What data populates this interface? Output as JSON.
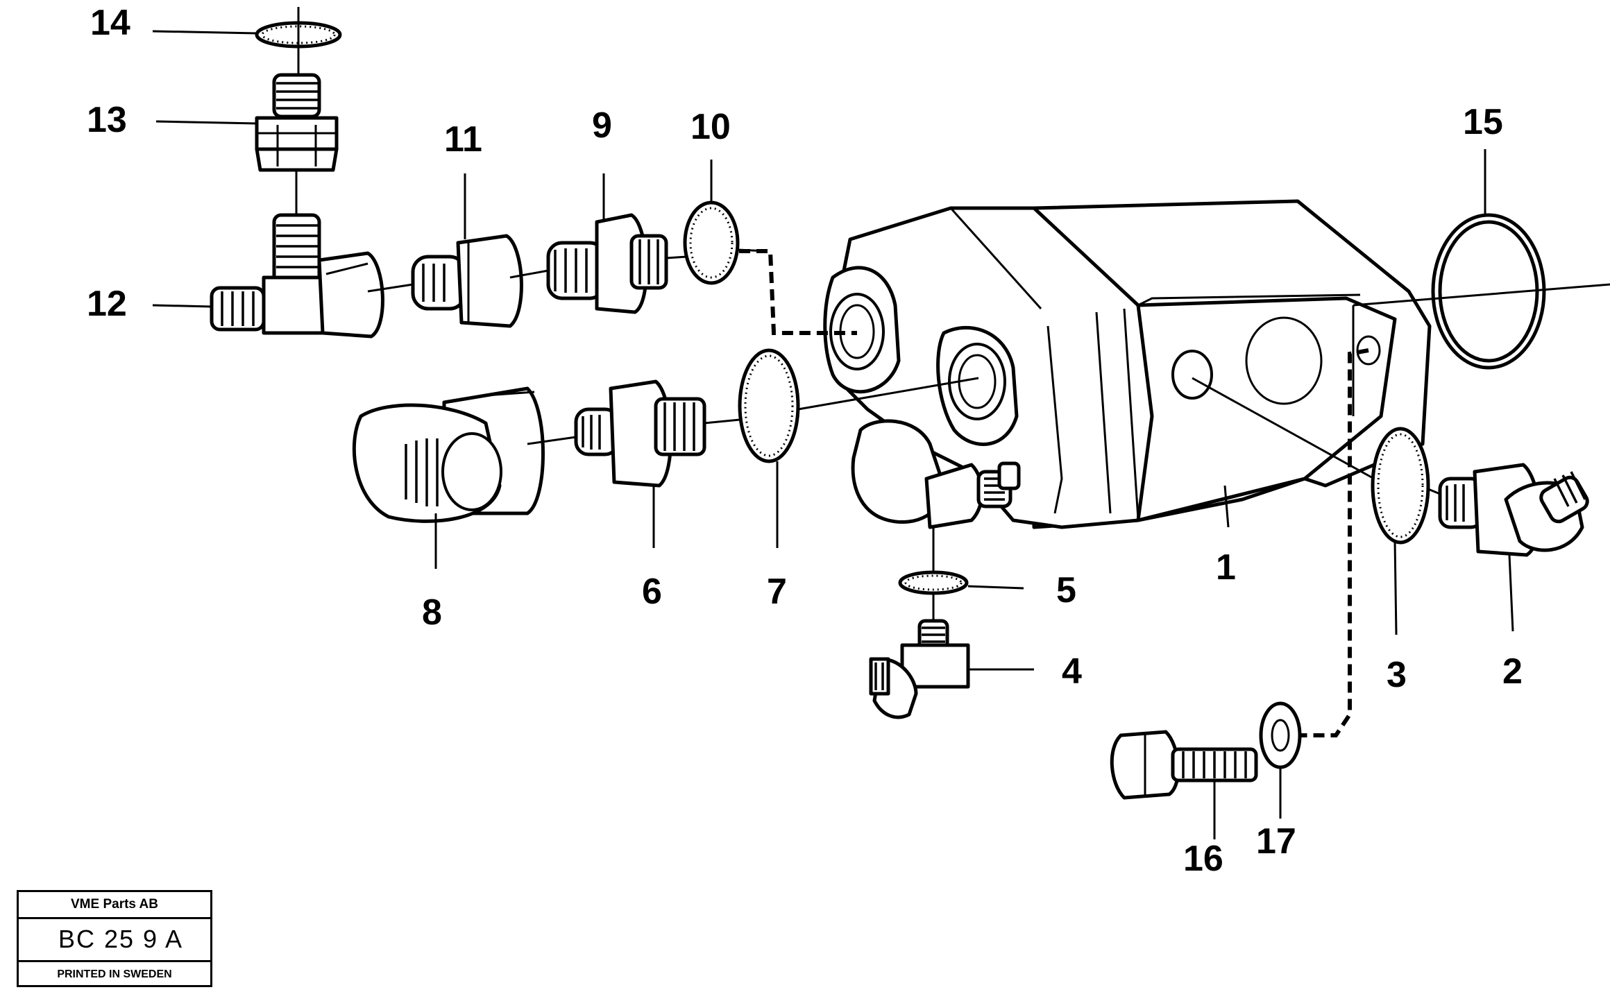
{
  "callouts": {
    "c1": "1",
    "c2": "2",
    "c3": "3",
    "c4": "4",
    "c5": "5",
    "c6": "6",
    "c7": "7",
    "c8": "8",
    "c9": "9",
    "c10": "10",
    "c11": "11",
    "c12": "12",
    "c13": "13",
    "c14": "14",
    "c15": "15",
    "c16": "16",
    "c17": "17"
  },
  "title_block": {
    "company": "VME Parts AB",
    "code": "BC 25 9  A",
    "printed": "PRINTED IN SWEDEN"
  }
}
